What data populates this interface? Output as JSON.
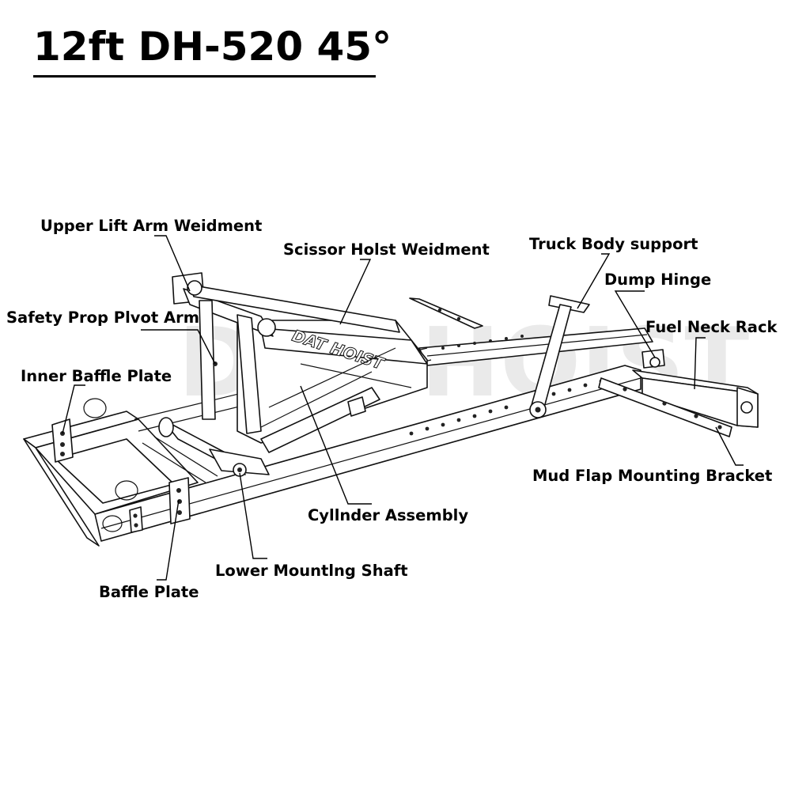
{
  "title": "12ft DH-520 45°",
  "watermark": "DAT HOIST",
  "brand_mark": "DAT HOIST",
  "labels": {
    "upper_lift_arm": "Upper Lift Arm Weidment",
    "scissor_hoist": "Scissor Holst Weidment",
    "truck_body_support": "Truck Body support",
    "dump_hinge": "Dump Hinge",
    "fuel_neck_rack": "Fuel Neck Rack",
    "safety_prop": "Safety Prop Plvot Arm",
    "inner_baffle": "Inner Baffle Plate",
    "mud_flap": "Mud Flap Mounting Bracket",
    "cylinder": "Cyllnder Assembly",
    "lower_shaft": "Lower Mountlng Shaft",
    "baffle_plate": "Baffle Plate"
  }
}
